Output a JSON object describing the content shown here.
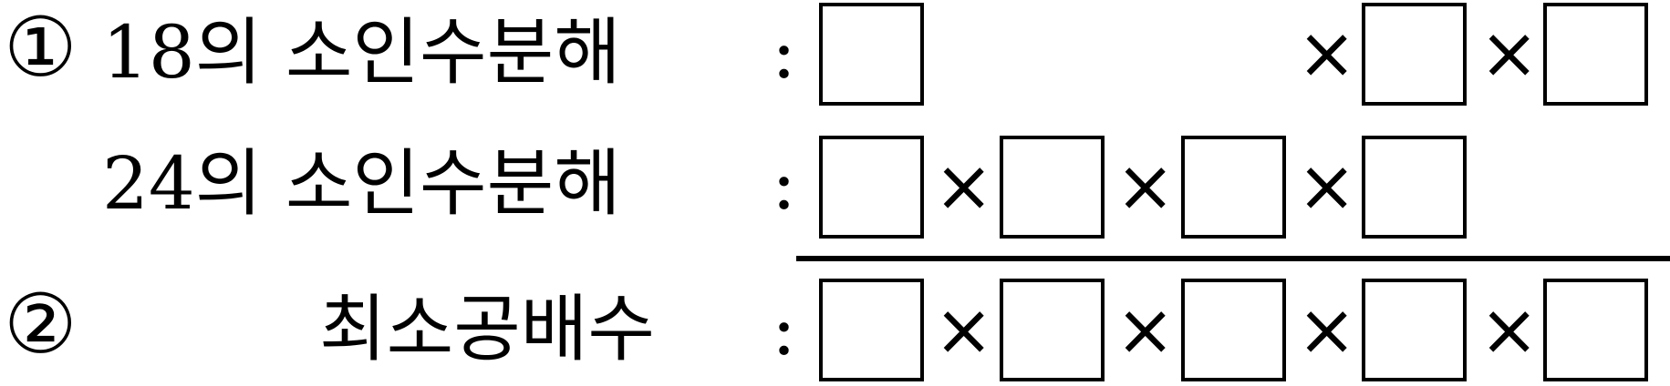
{
  "row1": {
    "number": "①",
    "label": "18의 소인수분해",
    "colon": ":",
    "times": [
      "×",
      "×"
    ]
  },
  "row2": {
    "label": "24의 소인수분해",
    "colon": ":",
    "times": [
      "×",
      "×",
      "×"
    ]
  },
  "row3": {
    "number": "②",
    "label": "최소공배수",
    "colon": ":",
    "times": [
      "×",
      "×",
      "×",
      "×"
    ]
  }
}
